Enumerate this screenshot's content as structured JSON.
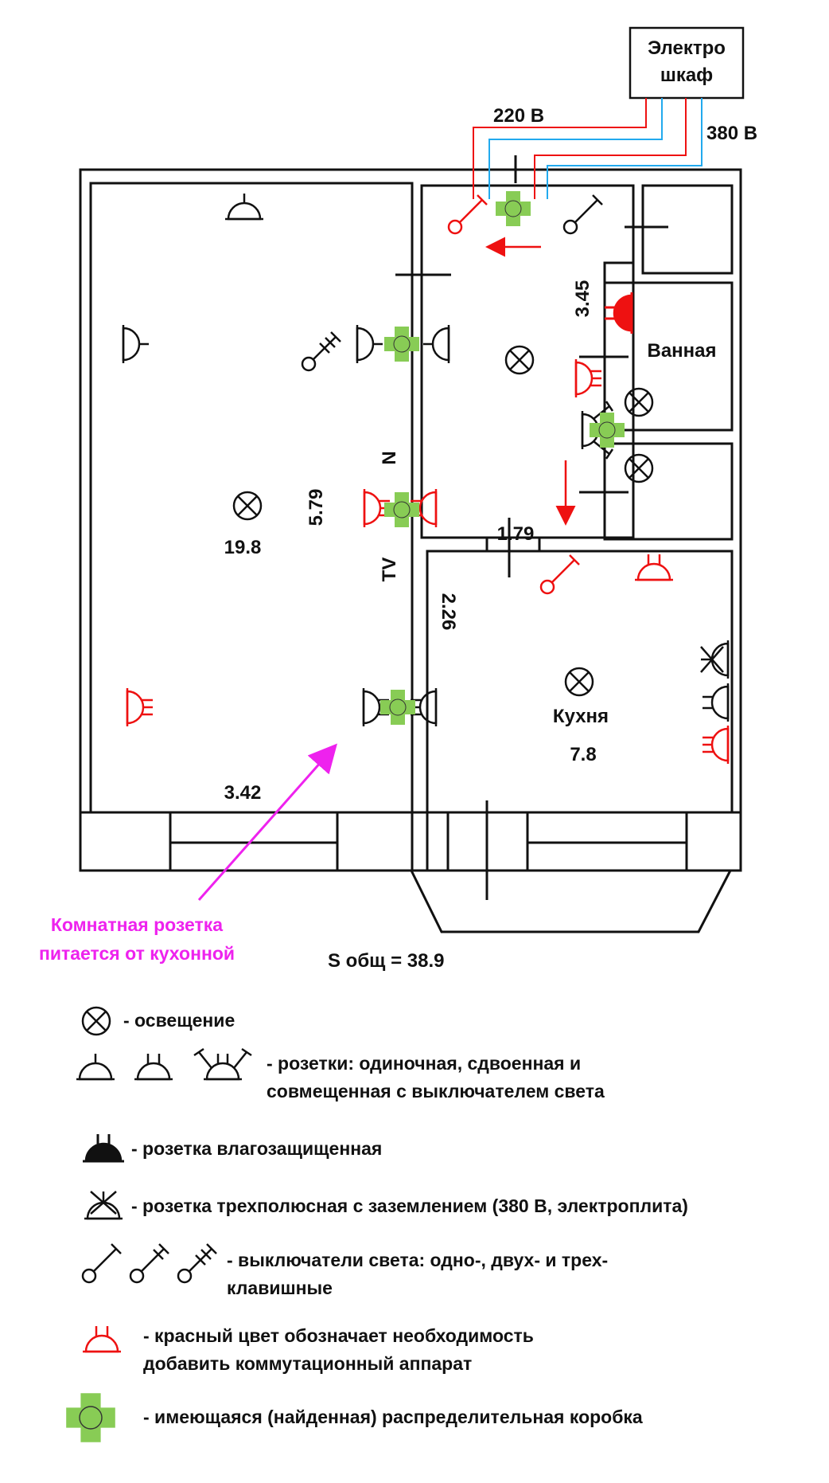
{
  "plan": {
    "cabinet_label_line1": "Электро",
    "cabinet_label_line2": "шкаф",
    "voltage_220": "220 В",
    "voltage_380": "380 В",
    "bathroom_label": "Ванная",
    "kitchen_label": "Кухня",
    "room_area": "19.8",
    "kitchen_area": "7.8",
    "dim_room_width": "3.42",
    "dim_room_length": "5.79",
    "dim_hall_length": "3.45",
    "dim_hall_width": "1.79",
    "dim_kitchen_length": "2.26",
    "wall_mark_n": "N",
    "wall_mark_tv": "TV"
  },
  "annotation": {
    "line1": "Комнатная розетка",
    "line2": "питается от кухонной"
  },
  "total_area": "S общ = 38.9",
  "legend": {
    "lighting": "- освещение",
    "sockets_line1": "- розетки: одиночная, сдвоенная и",
    "sockets_line2": "совмещенная с выключателем света",
    "waterproof": "- розетка влагозащищенная",
    "three_pole": "- розетка трехполюсная с заземлением (380 В, электроплита)",
    "switches_line1": "- выключатели света: одно-, двух- и трех-",
    "switches_line2": "клавишные",
    "red_line1": "- красный цвет обозначает необходимость",
    "red_line2": "добавить коммутационный аппарат",
    "junction": "- имеющаяся (найденная) распределительная коробка"
  },
  "colors": {
    "wall": "#111111",
    "red": "#ee1111",
    "blue": "#22aaee",
    "green": "#88cc55",
    "magenta": "#ee22ee"
  }
}
